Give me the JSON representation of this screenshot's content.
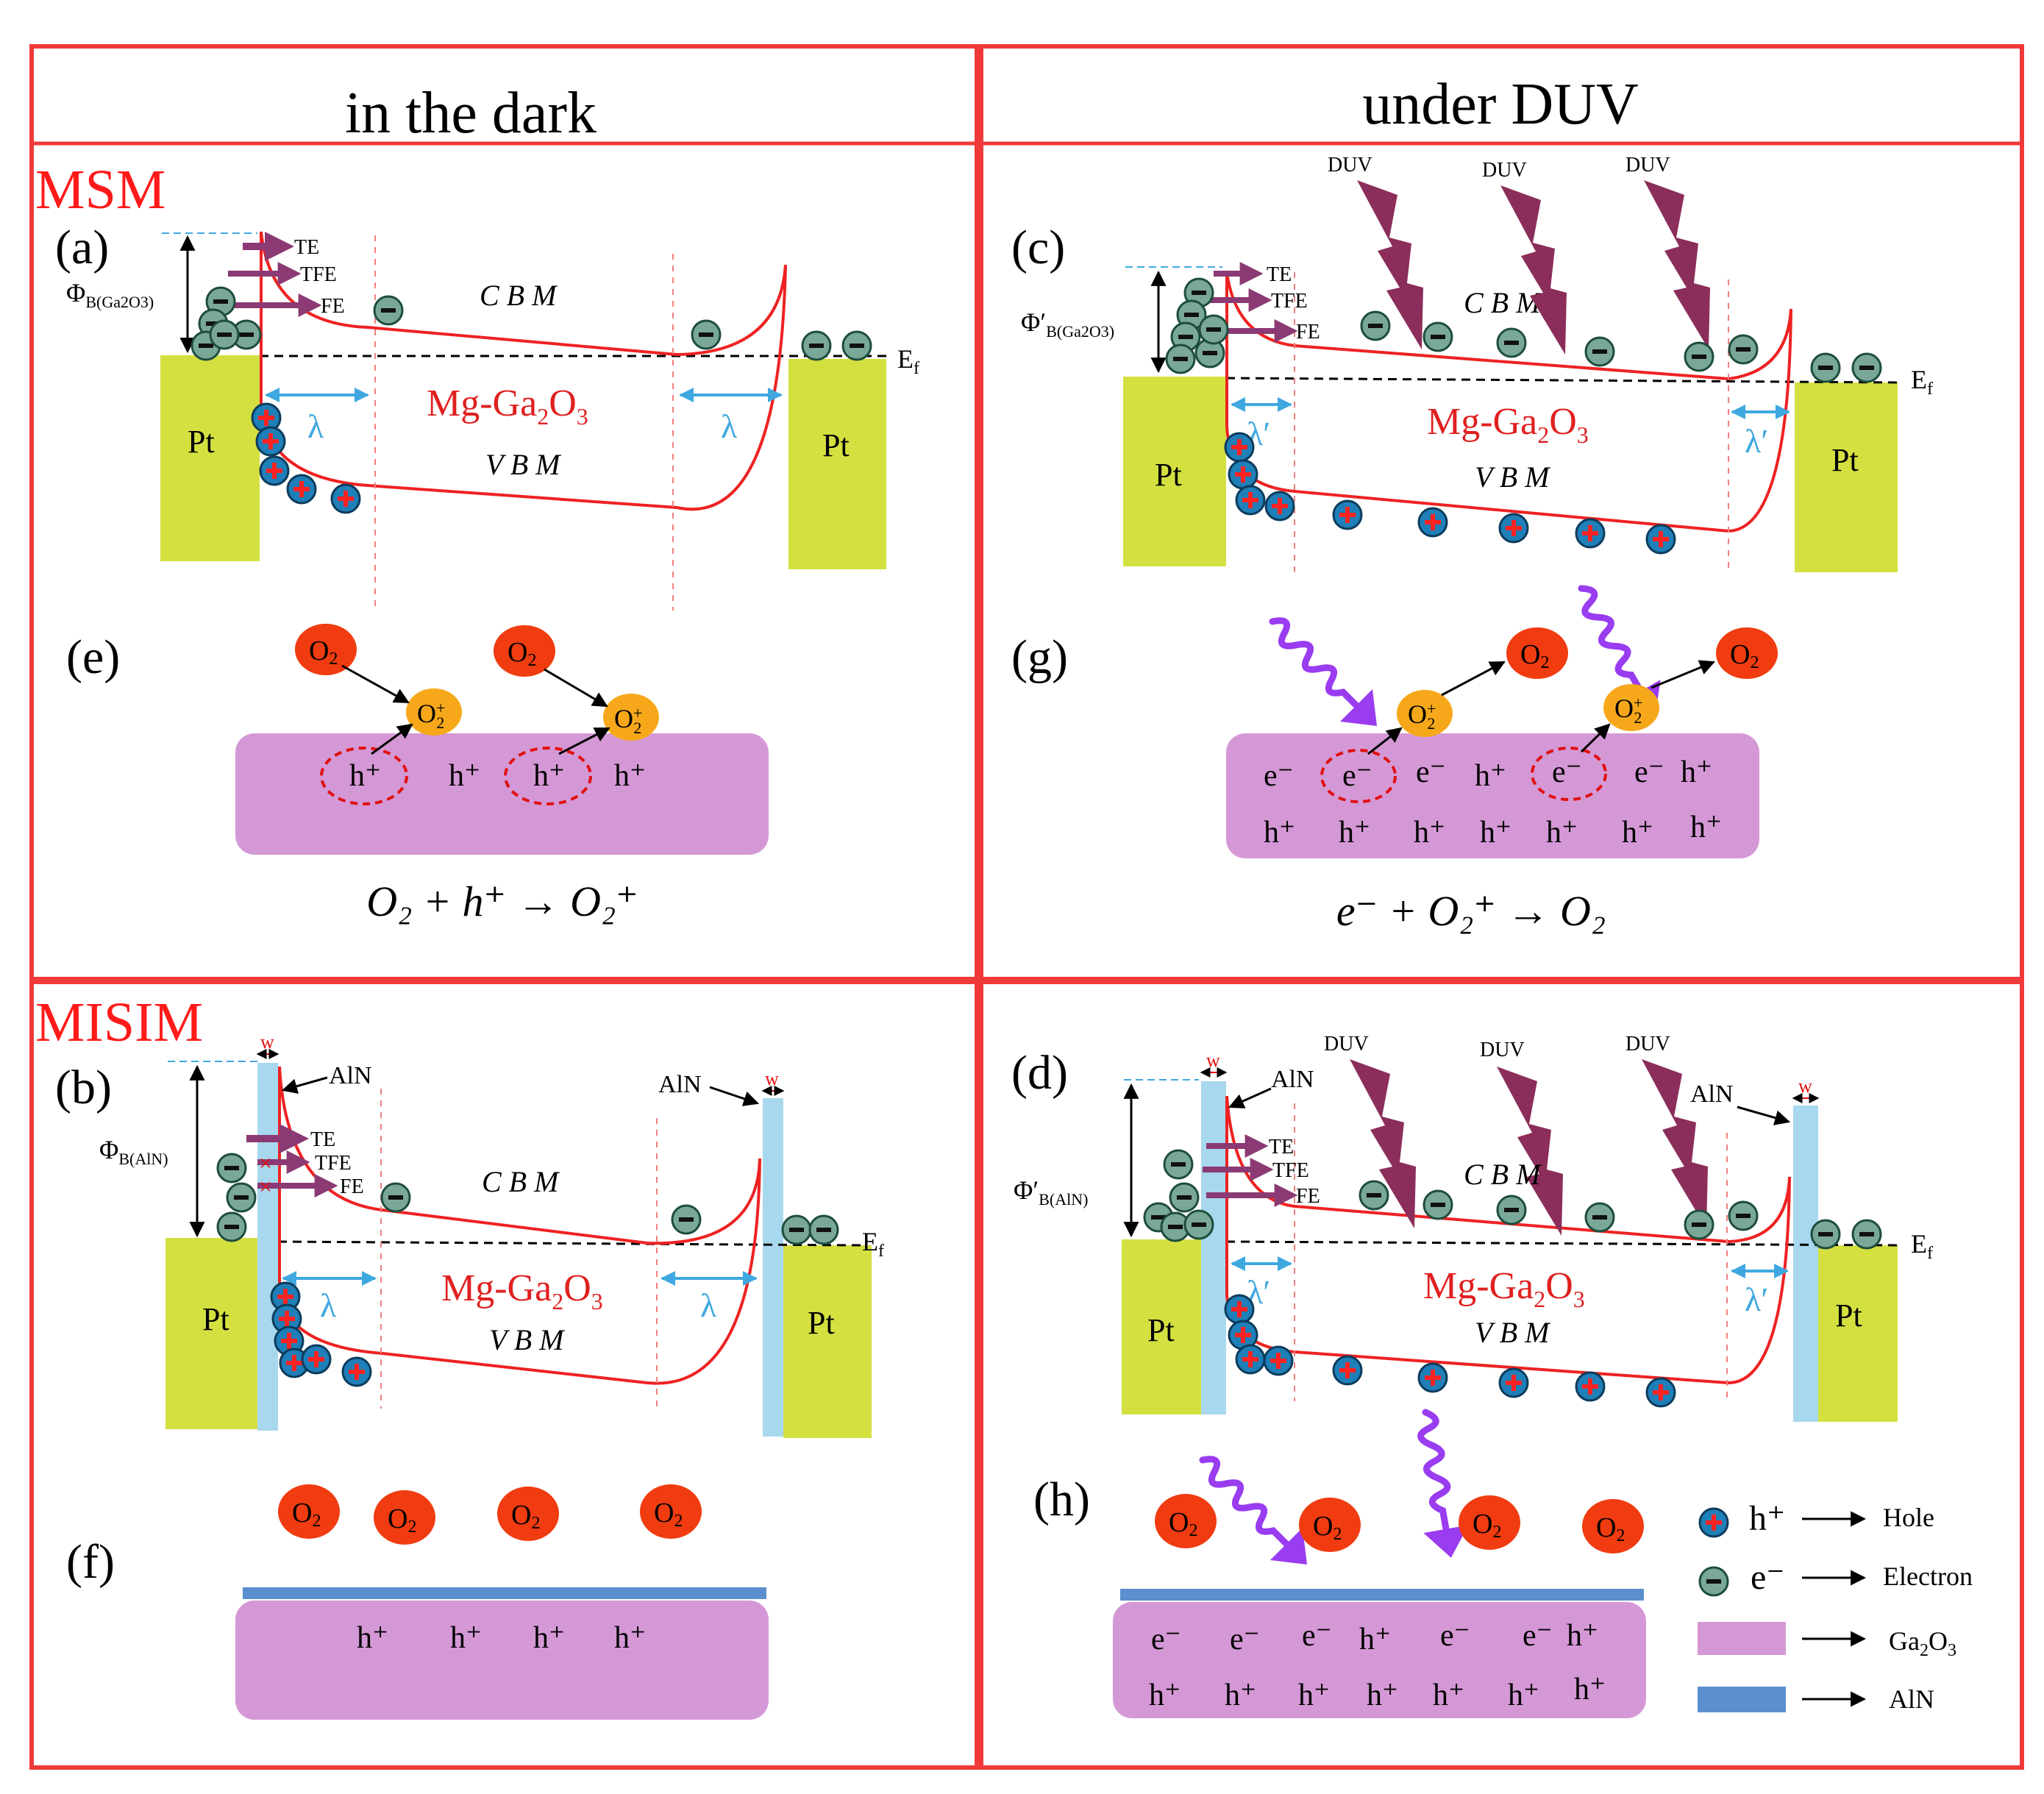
{
  "headers": {
    "left": "in the dark",
    "right": "under DUV"
  },
  "rows": {
    "top": "MSM",
    "bottom": "MISIM"
  },
  "panels": {
    "a": {
      "label": "(a)",
      "barrier": "Φ",
      "barrier_sub": "B(Ga2O3)"
    },
    "b": {
      "label": "(b)",
      "barrier": "Φ",
      "barrier_sub": "B(AlN)"
    },
    "c": {
      "label": "(c)",
      "barrier": "Φ′",
      "barrier_sub": "B(Ga2O3)"
    },
    "d": {
      "label": "(d)",
      "barrier": "Φ′",
      "barrier_sub": "B(AlN)"
    },
    "e": {
      "label": "(e)",
      "equation": "O₂ + h⁺ → O₂⁺"
    },
    "f": {
      "label": "(f)"
    },
    "g": {
      "label": "(g)",
      "equation": "e⁻ + O₂⁺ → O₂"
    },
    "h": {
      "label": "(h)"
    }
  },
  "common": {
    "te": "TE",
    "tfe": "TFE",
    "fe": "FE",
    "cbm": "C B M",
    "vbm": "V B M",
    "ef": "E",
    "ef_sub": "f",
    "pt": "Pt",
    "material": "Mg-Ga",
    "mat_o": "O",
    "mat_sub2": "2",
    "mat_sub3": "3",
    "lambda": "λ",
    "lambda_prime": "λ′",
    "duv": "DUV",
    "aln": "AlN",
    "w": "w",
    "o2": "O",
    "o2_sub": "2",
    "hole": "h⁺",
    "electron": "e⁻"
  },
  "legend": {
    "hole_sym": "h⁺",
    "hole": "Hole",
    "electron_sym": "e⁻",
    "electron": "Electron",
    "ga2o3": "Ga",
    "ga2o3_o": "O",
    "aln": "AlN"
  },
  "colors": {
    "frame": "#f03a3a",
    "pt": "#d4e040",
    "ga2o3": "#d598d6",
    "aln_layer": "#5b8fcf",
    "aln_barrier": "#a8d8ee",
    "band": "#ee2222",
    "o2": "#f03c10",
    "o2plus": "#f6a81a",
    "duv": "#8b2e5c",
    "photon": "#9a3cf0",
    "arrow": "#8b3a74",
    "hole_fill": "#1f7fb8",
    "electron_fill": "#7aa898"
  }
}
